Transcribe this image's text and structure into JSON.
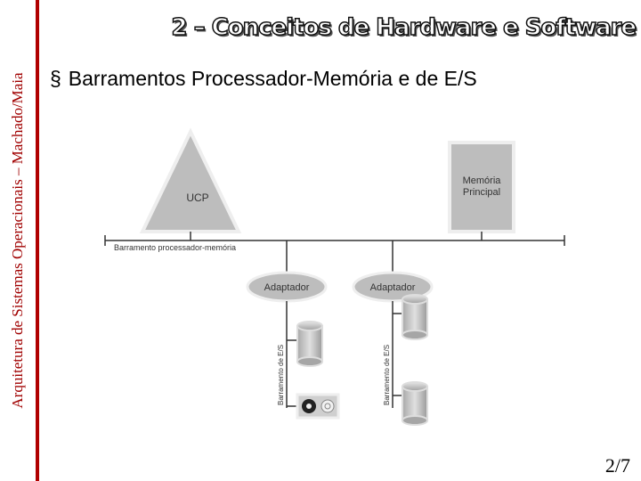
{
  "sidebar": {
    "text": "Arquitetura de Sistemas Operacionais – Machado/Maia"
  },
  "title": "2 – Conceitos de Hardware e Software",
  "bullet": {
    "marker": "§",
    "text": "Barramentos Processador-Memória e de E/S"
  },
  "diagram": {
    "cpu_label": "UCP",
    "memory_label_line1": "Memória",
    "memory_label_line2": "Principal",
    "bus_label": "Barramento processador-memória",
    "adapters": [
      "Adaptador",
      "Adaptador"
    ],
    "io_bus_label_1": "Barramento de E/S",
    "io_bus_label_2": "Barramento de E/S"
  },
  "page_number": "2/7"
}
